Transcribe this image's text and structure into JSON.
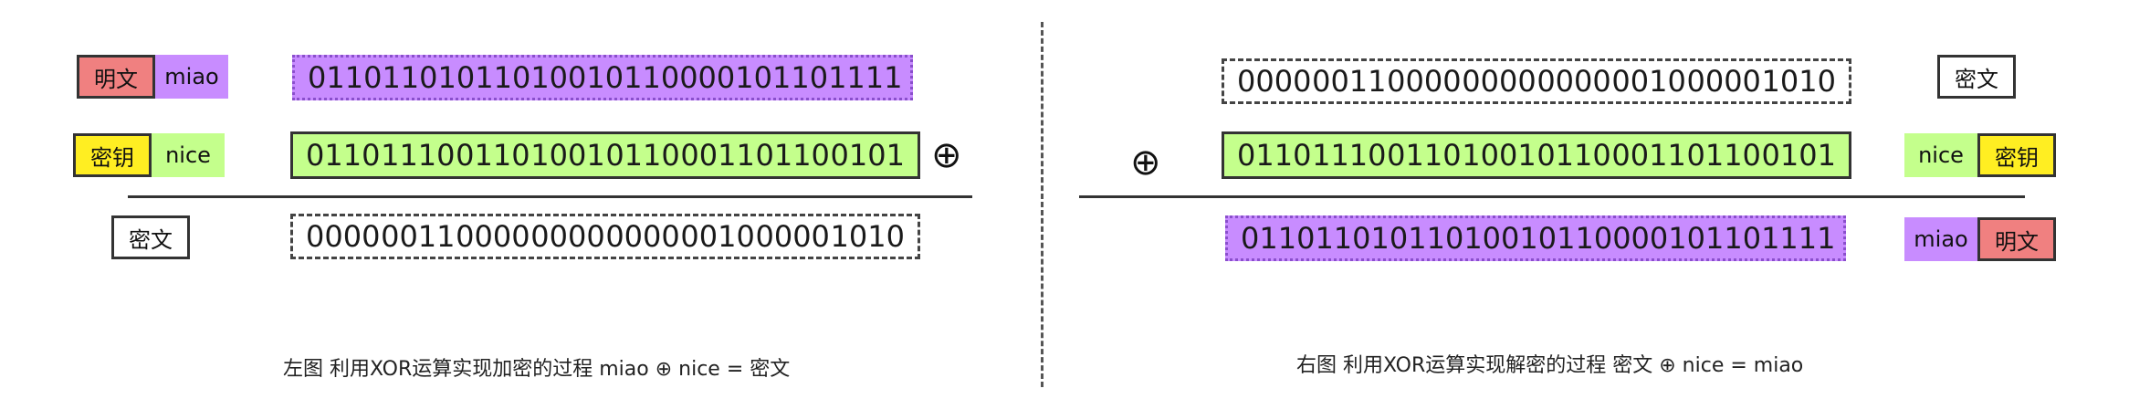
{
  "labels": {
    "plaintext": "明文",
    "key": "密钥",
    "ciphertext": "密文",
    "plain_word": "miao",
    "key_word": "nice"
  },
  "xor_symbol": "⊕",
  "rows": {
    "plain": [
      "0110",
      "1101",
      "0110",
      "1001",
      "0110",
      "0001",
      "0110",
      "1111"
    ],
    "key": [
      "0110",
      "1110",
      "0110",
      "1001",
      "0110",
      "0011",
      "0110",
      "0101"
    ],
    "cipher": [
      "0000",
      "0011",
      "0000",
      "0000",
      "0000",
      "0010",
      "0000",
      "1010"
    ]
  },
  "captions": {
    "left": "左图  利用XOR运算实现加密的过程 miao ⊕ nice = 密文",
    "right": "右图  利用XOR运算实现解密的过程 密文 ⊕ nice = miao"
  },
  "colors": {
    "plain": "#c88cff",
    "key": "#c4ff8c",
    "red_label": "#f08080",
    "yellow_label": "#ffee22"
  }
}
